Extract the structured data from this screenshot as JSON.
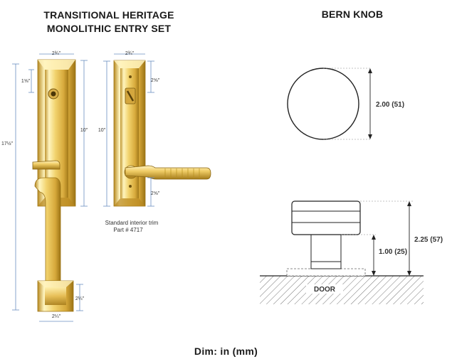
{
  "left_title": [
    "TRANSITIONAL HERITAGE",
    "MONOLITHIC ENTRY SET"
  ],
  "right_title": "BERN KNOB",
  "footer": "Dim: in (mm)",
  "entry_set": {
    "handleset_dims": {
      "top_width": "2¾\"",
      "deadbolt_drop": "1⅝\"",
      "overall_height": "17½\"",
      "escutcheon_height": "10\"",
      "bottom_height": "2¼\"",
      "bottom_width": "2¼\""
    },
    "interior_trim_dims": {
      "top_width": "2¾\"",
      "height": "10\"",
      "upper_spacing": "2⅝\"",
      "lower_spacing": "2⅝\""
    },
    "caption_line1": "Standard interior trim",
    "caption_line2": "Part # 4717"
  },
  "bern_knob": {
    "diameter": "2.00 (51)",
    "overall_projection": "2.25 (57)",
    "neck_height": "1.00 (25)",
    "door_label": "DOOR"
  },
  "colors": {
    "brass_light": "#fff6c2",
    "brass_mid": "#e8c45a",
    "brass_dark": "#a87e1c",
    "dim_line": "#6a8fc0",
    "text": "#1a1a1a"
  }
}
